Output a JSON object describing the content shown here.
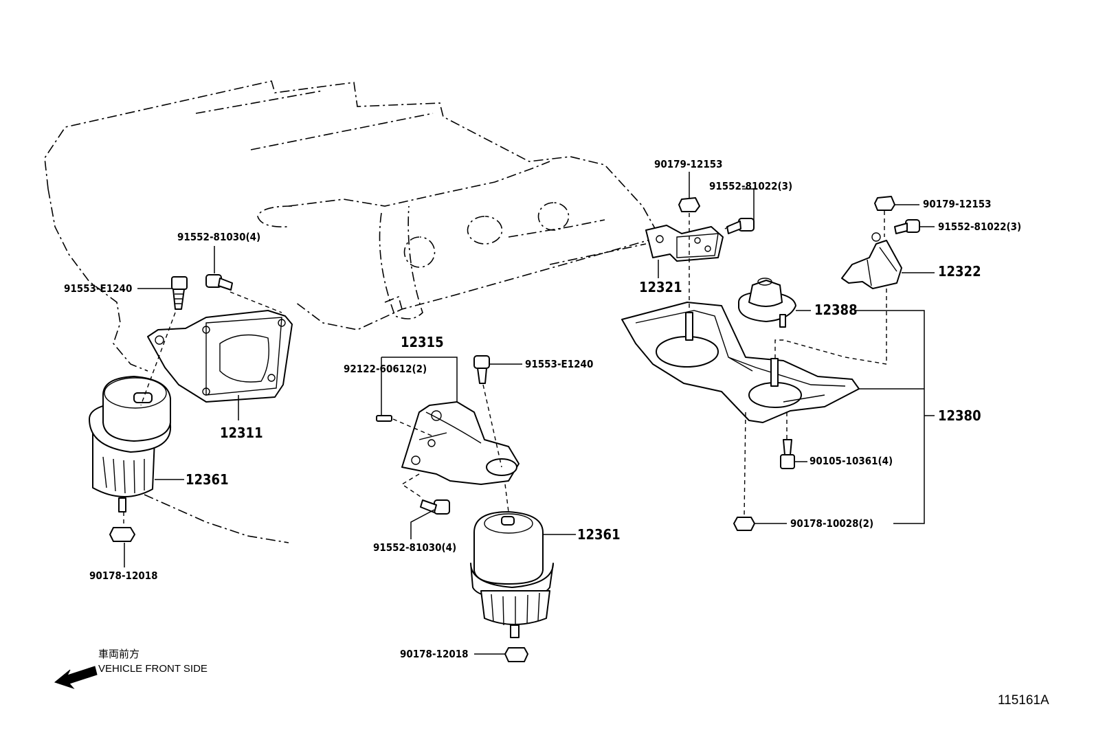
{
  "labels": {
    "p1": "91553-E1240",
    "p2": "91552-81030(4)",
    "p3": "12311",
    "p4": "12361",
    "p5": "90178-12018",
    "p6": "12315",
    "p7": "92122-60612(2)",
    "p8": "91553-E1240",
    "p9": "91552-81030(4)",
    "p10": "12361",
    "p11": "90178-12018",
    "p12": "90179-12153",
    "p13": "91552-81022(3)",
    "p14": "12321",
    "p15": "90179-12153",
    "p16": "91552-81022(3)",
    "p17": "12322",
    "p18": "12388",
    "p19": "12380",
    "p20": "90105-10361(4)",
    "p21": "90178-10028(2)"
  },
  "direction": {
    "jp": "車両前方",
    "en": "VEHICLE FRONT SIDE"
  },
  "figure_id": "115161A"
}
